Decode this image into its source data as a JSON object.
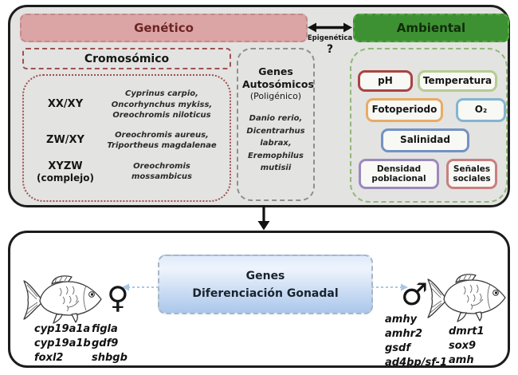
{
  "top_section": {
    "genetic": {
      "label": "Genético",
      "fill_color": "#dba5a5",
      "text_color": "#6d2424"
    },
    "ambiental": {
      "label": "Ambiental",
      "fill_color": "#3e9132"
    },
    "epigenetics": {
      "label": "Epigenética",
      "question": "?"
    },
    "chromosomal": {
      "title": "Cromosómico",
      "rows": [
        {
          "system": "XX/XY",
          "note": "",
          "species": "Cyprinus carpio, Oncorhynchus mykiss, Oreochromis niloticus"
        },
        {
          "system": "ZW/XY",
          "note": "",
          "species": "Oreochromis aureus, Triportheus magdalenae"
        },
        {
          "system": "XYZW",
          "note": "(complejo)",
          "species": "Oreochromis mossambicus"
        }
      ]
    },
    "autosomal": {
      "title": "Genes Autosómicos",
      "subtitle": "(Poligénico)",
      "species": "Danio rerio, Dicentrarhus labrax, Eremophilus mutisii"
    },
    "environment": {
      "factors": [
        {
          "label": "pH",
          "border_color": "#a94442"
        },
        {
          "label": "Temperatura",
          "border_color": "#b6cc92"
        },
        {
          "label": "Fotoperiodo",
          "border_color": "#e8ab66"
        },
        {
          "label": "O₂",
          "border_color": "#82b5d2"
        },
        {
          "label": "Salinidad",
          "border_color": "#7292c4"
        },
        {
          "label": "Densidad poblacional",
          "border_color": "#9c89bd"
        },
        {
          "label": "Señales sociales",
          "border_color": "#c87f7f"
        }
      ]
    }
  },
  "bottom_section": {
    "gonadal_box": {
      "line1": "Genes",
      "line2": "Diferenciación Gonadal"
    },
    "female": {
      "symbol": "♀",
      "genes_col1": [
        "cyp19a1a",
        "cyp19a1b",
        "foxl2"
      ],
      "genes_col2": [
        "figla",
        "gdf9",
        "shbgb"
      ]
    },
    "male": {
      "symbol": "♂",
      "genes_col1": [
        "amhy",
        "amhr2",
        "gsdf",
        "ad4bp/sf-1"
      ],
      "genes_col2": [
        "dmrt1",
        "sox9",
        "amh"
      ]
    }
  }
}
